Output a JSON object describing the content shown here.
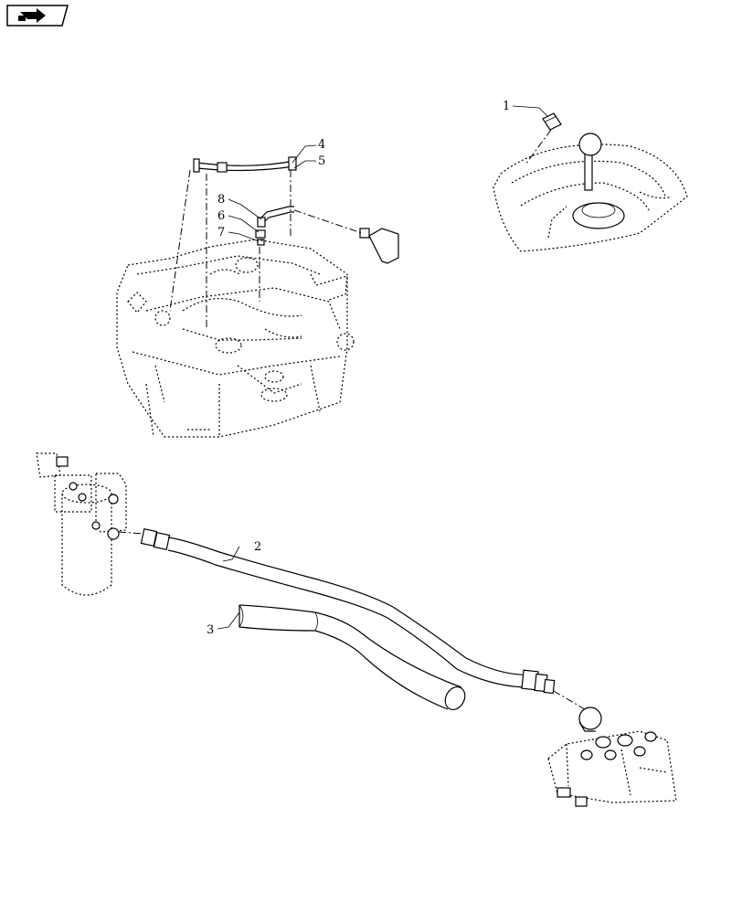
{
  "nav": {
    "icon": "next-page-arrow-icon"
  },
  "callouts": {
    "c1": "1",
    "c2": "2",
    "c3": "3",
    "c4": "4",
    "c5": "5",
    "c6": "6",
    "c7": "7",
    "c8": "8"
  }
}
